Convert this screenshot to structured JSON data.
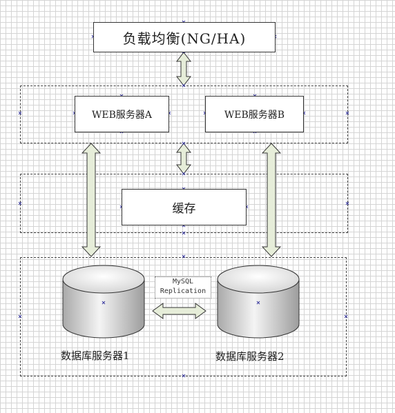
{
  "diagram": {
    "load_balancer": "负载均衡(NG/HA)",
    "web_servers": [
      "WEB服务器A",
      "WEB服务器B"
    ],
    "cache": "缓存",
    "replication": {
      "line1": "MySQL",
      "line2": "Replication"
    },
    "db_servers": [
      "数据库服务器1",
      "数据库服务器2"
    ]
  }
}
